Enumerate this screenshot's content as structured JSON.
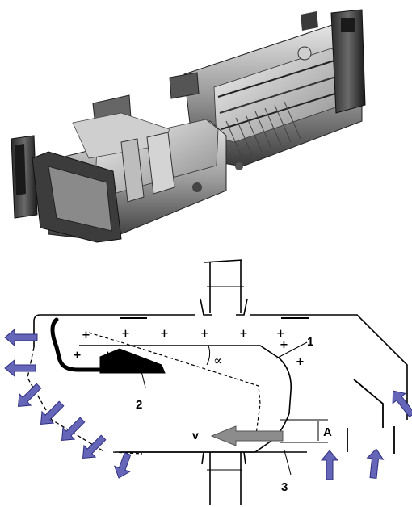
{
  "figure": {
    "photo_alt": "cutaway of magnetron sputtering source",
    "labels": {
      "one": "1",
      "two": "2",
      "three": "3",
      "a": "A",
      "v": "v",
      "alpha": "∝"
    },
    "plus_sign": "+",
    "colors": {
      "flow_arrow": "#6666b8",
      "flow_arrow_edge": "#2f2f80",
      "v_arrow": "#8c8c8c",
      "magnet_fill": "#000000"
    }
  }
}
